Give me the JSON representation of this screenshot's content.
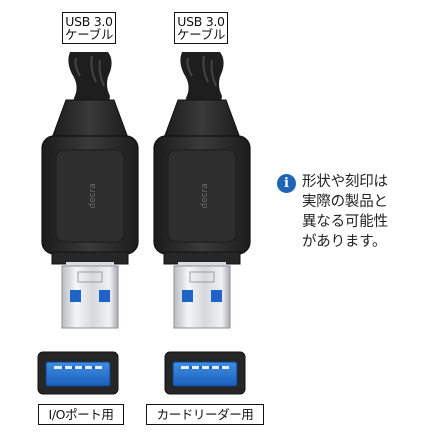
{
  "connectors": [
    {
      "cable_label_line1": "USB 3.0",
      "cable_label_line2": "ケーブル",
      "port_label": "I/Oポート用"
    },
    {
      "cable_label_line1": "USB 3.0",
      "cable_label_line2": "ケーブル",
      "port_label": "カードリーダー用"
    }
  ],
  "note": {
    "icon": "info-icon",
    "lines": [
      "形状や刻印は",
      "実際の製品と",
      "異なる可能性",
      "があります。"
    ]
  },
  "colors": {
    "plug_body": "#2b2b2b",
    "usb3_blue": "#1d63c8",
    "info_blue": "#1f64b5"
  }
}
